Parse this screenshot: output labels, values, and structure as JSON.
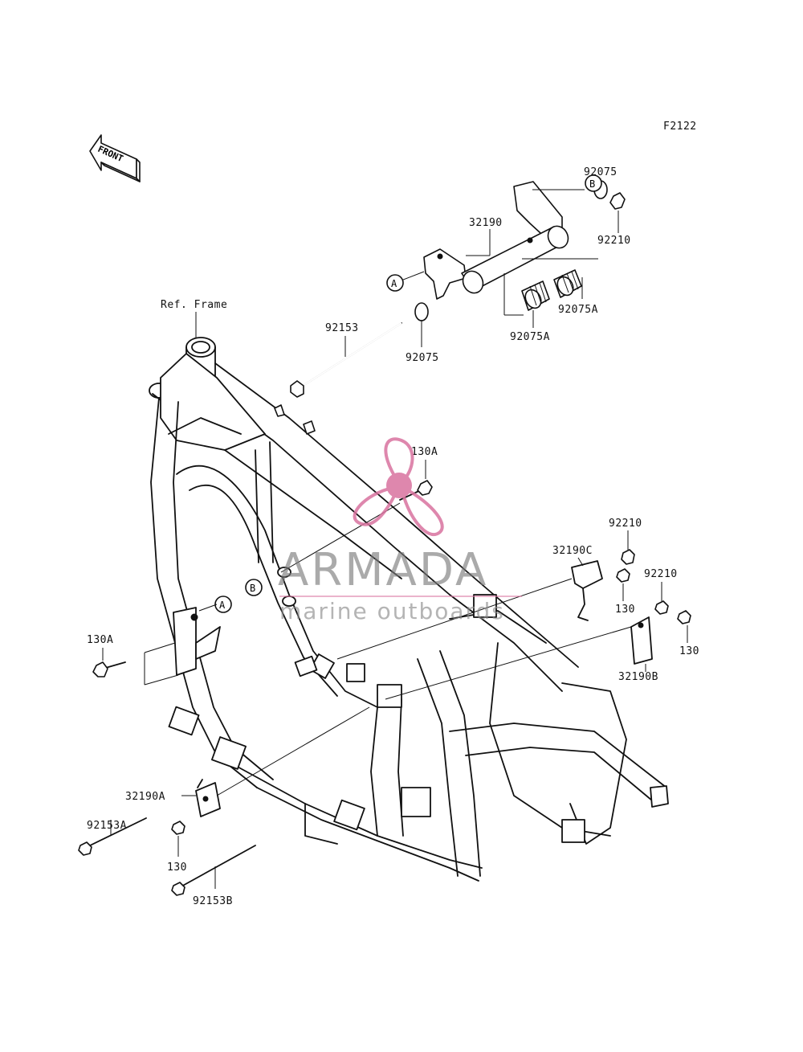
{
  "diagram_code": "F2122",
  "front_arrow_label": "FRONT",
  "ref_frame_label": "Ref. Frame",
  "ref_a": "A",
  "ref_b": "B",
  "watermark": {
    "brand": "ARMADA",
    "tagline": "marine outboards",
    "color": "#d9739f"
  },
  "callouts": {
    "p32190": "32190",
    "p92075_top": "92075",
    "p92210_top": "92210",
    "p92075A_right": "92075A",
    "p92075A_bottom": "92075A",
    "p92075_mid": "92075",
    "p92153": "92153",
    "p130A_top": "130A",
    "p92210_mid": "92210",
    "p32190C": "32190C",
    "p92210_right": "92210",
    "p130_mid": "130",
    "p130_right": "130",
    "p32190B": "32190B",
    "p130A_left": "130A",
    "p32190A": "32190A",
    "p92153A": "92153A",
    "p130_bottom": "130",
    "p92153B": "92153B"
  }
}
